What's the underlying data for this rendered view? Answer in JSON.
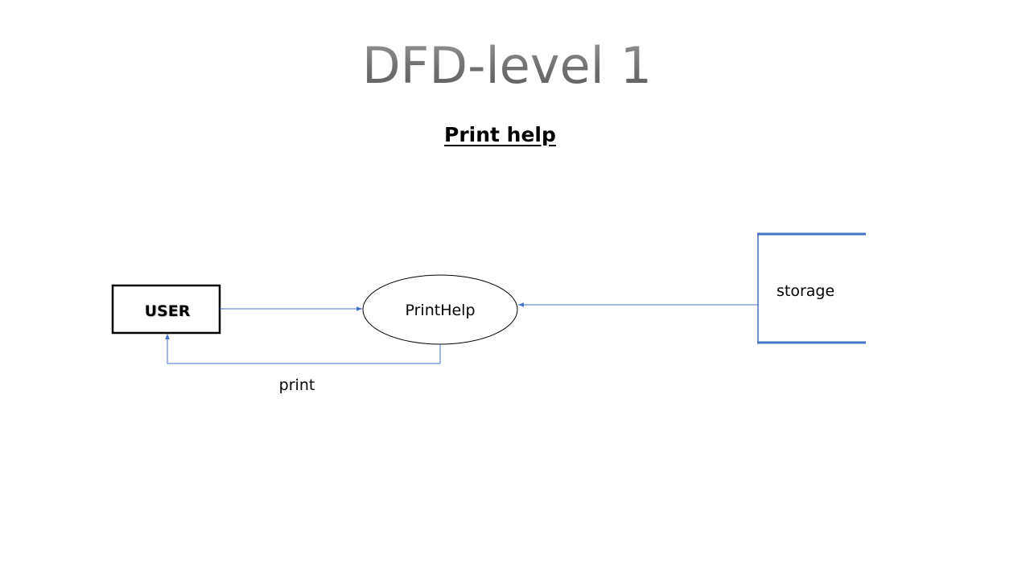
{
  "title": "DFD-level 1",
  "subtitle": "Print help",
  "diagram": {
    "external_entity": {
      "label": "USER"
    },
    "process": {
      "label": "PrintHelp"
    },
    "data_store": {
      "label": "storage"
    },
    "flows": {
      "process_to_user": {
        "label": "print"
      }
    }
  },
  "colors": {
    "arrow": "#4472c4",
    "store_border": "#4472c4",
    "outline": "#000000"
  }
}
